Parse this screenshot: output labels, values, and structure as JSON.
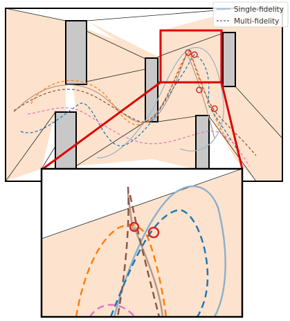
{
  "legend": {
    "items": [
      {
        "label": "Single-fidelity",
        "style": "solid",
        "color": "#9ab6c8"
      },
      {
        "label": "Multi-fidelity",
        "style": "dashed",
        "color": "#5a7fa8"
      }
    ]
  },
  "colors": {
    "region_fill": "#fde3cd",
    "obstacle_fill": "#c8c8c8",
    "frame": "#000000",
    "zoom_box": "#e00000",
    "orange": "#ff7f0e",
    "blue": "#1f77b4",
    "brown": "#8c564b",
    "pink": "#e377c2",
    "tan": "#b79a86",
    "light_blue": "#8fb0c9",
    "marker_ring": "#d62728"
  },
  "markers": {
    "red_circle_icon": "collision-marker-icon"
  }
}
